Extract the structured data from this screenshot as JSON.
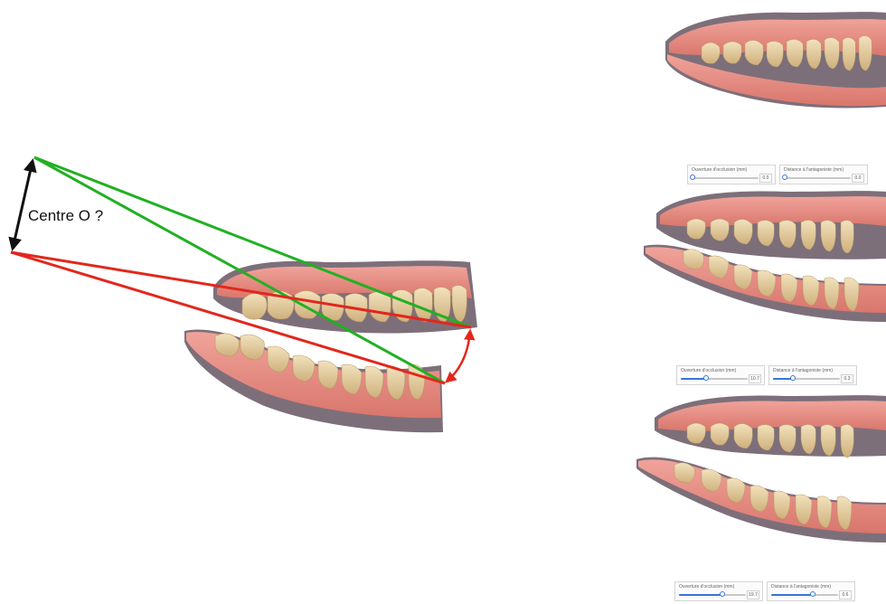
{
  "main_label": "Centre O ?",
  "colors": {
    "green": "#22b022",
    "red": "#e2271c",
    "black": "#111111",
    "gum": "#e98d84",
    "tooth": "#e8d3a6",
    "shadow": "#7b6f78"
  },
  "slider_panels": [
    {
      "opening_label": "Ouverture d'occlusion (mm)",
      "offset_label": "Distance à l'antagoniste (mm)",
      "opening_value": "0.0",
      "offset_value": "0.0",
      "opening_level": 0.02,
      "offset_level": 0.02
    },
    {
      "opening_label": "Ouverture d'occlusion (mm)",
      "offset_label": "Distance à l'antagoniste (mm)",
      "opening_value": "10.7",
      "offset_value": "0.3",
      "opening_level": 0.38,
      "offset_level": 0.3
    },
    {
      "opening_label": "Ouverture d'occlusion (mm)",
      "offset_label": "Distance à l'antagoniste (mm)",
      "opening_value": "19.7",
      "offset_value": "0.6",
      "opening_level": 0.65,
      "offset_level": 0.62
    }
  ],
  "icons": [
    "arch-upper",
    "arch-lower",
    "rotation-arrow"
  ]
}
